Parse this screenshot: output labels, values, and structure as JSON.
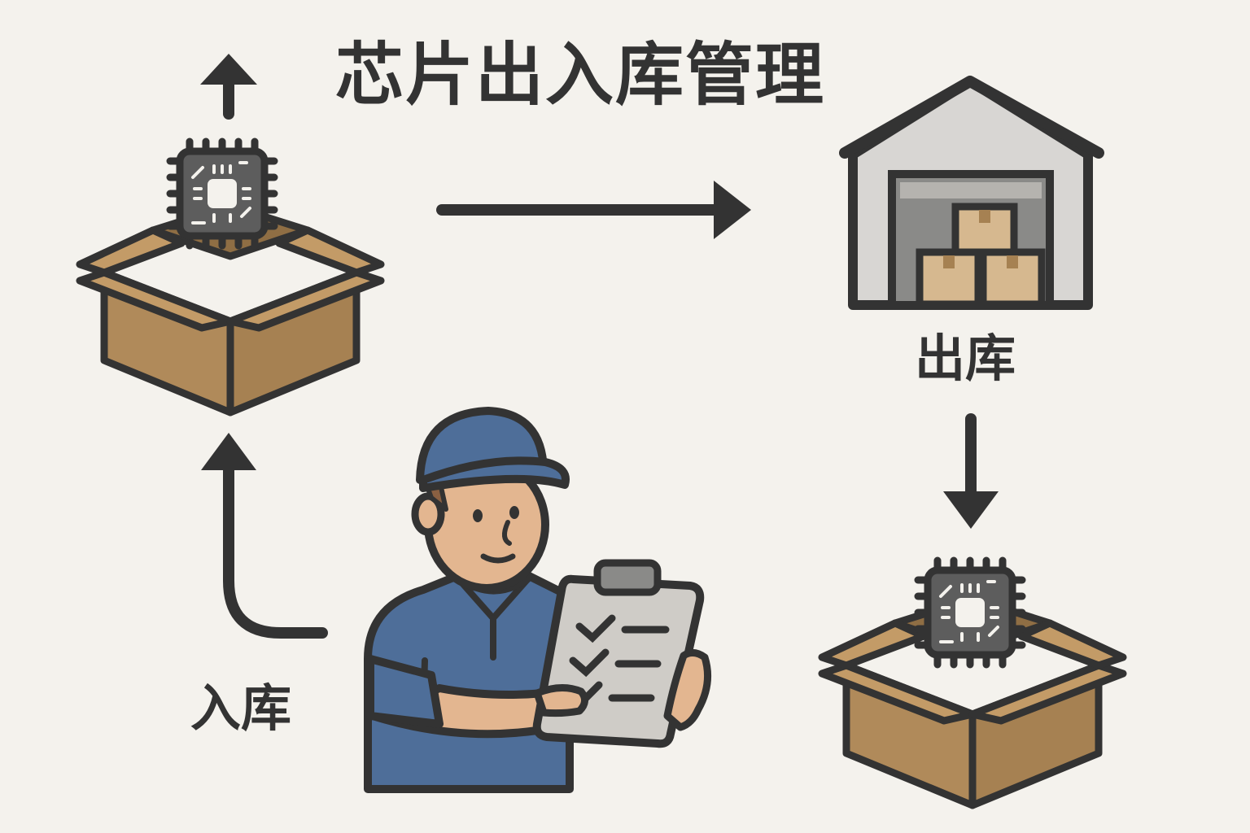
{
  "title": "芯片出入库管理",
  "labels": {
    "outbound": "出库",
    "inbound": "入库"
  },
  "icons": [
    "chip-icon",
    "open-box-icon",
    "warehouse-icon",
    "worker-icon",
    "clipboard-icon",
    "arrow-icon"
  ],
  "colors": {
    "background": "#f4f2ed",
    "outline": "#333333",
    "box": "#b08a5a",
    "chip": "#5d5d5d",
    "uniform": "#4e6e99",
    "skin": "#e3b690",
    "warehouse": "#d8d6d3",
    "clipboard": "#cfccc7"
  }
}
